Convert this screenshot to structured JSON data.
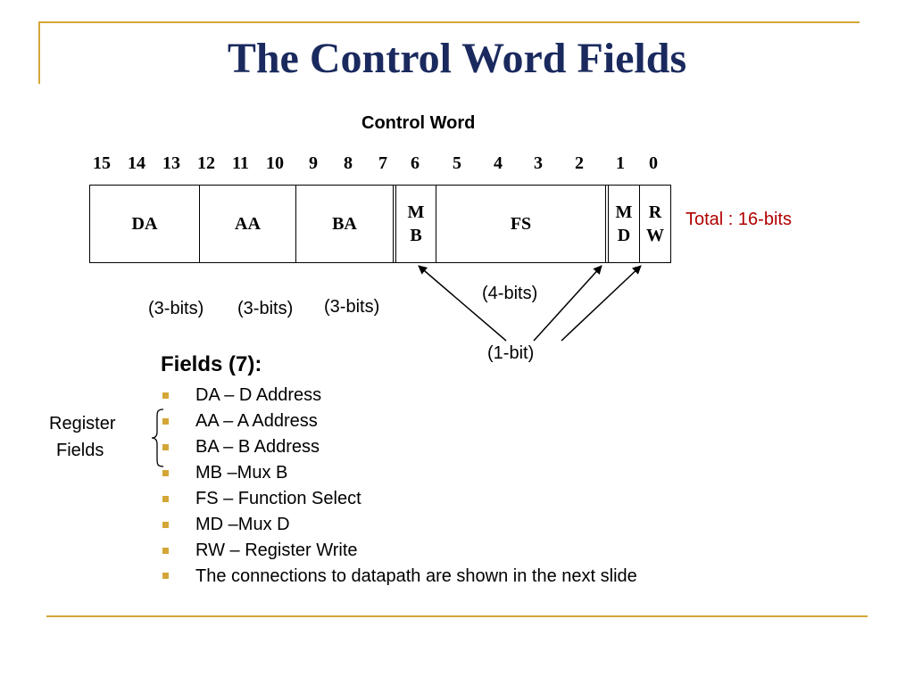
{
  "title": "The Control Word Fields",
  "diagram": {
    "caption": "Control Word",
    "bit_numbers": [
      "15",
      "14",
      "13",
      "12",
      "11",
      "10",
      "9",
      "8",
      "7",
      "6",
      "5",
      "4",
      "3",
      "2",
      "1",
      "0"
    ],
    "fields": [
      {
        "line1": "DA",
        "line2": ""
      },
      {
        "line1": "AA",
        "line2": ""
      },
      {
        "line1": "BA",
        "line2": ""
      },
      {
        "line1": "M",
        "line2": "B"
      },
      {
        "line1": "FS",
        "line2": ""
      },
      {
        "line1": "M",
        "line2": "D"
      },
      {
        "line1": "R",
        "line2": "W"
      }
    ],
    "total": "Total : 16-bits",
    "da_bits": "(3-bits)",
    "aa_bits": "(3-bits)",
    "ba_bits": "(3-bits)",
    "fs_bits": "(4-bits)",
    "one_bit": "(1-bit)"
  },
  "fields_list": {
    "heading": "Fields (7):",
    "items": [
      "DA – D Address",
      "AA – A Address",
      "BA – B Address",
      "MB –Mux B",
      "FS – Function Select",
      "MD –Mux D",
      "RW – Register Write",
      "The connections to datapath are shown in the next slide"
    ]
  },
  "register_fields": {
    "line1": "Register",
    "line2": "Fields"
  },
  "colors": {
    "title": "#1a2a5e",
    "accent": "#d4a637",
    "total": "#b00000"
  }
}
